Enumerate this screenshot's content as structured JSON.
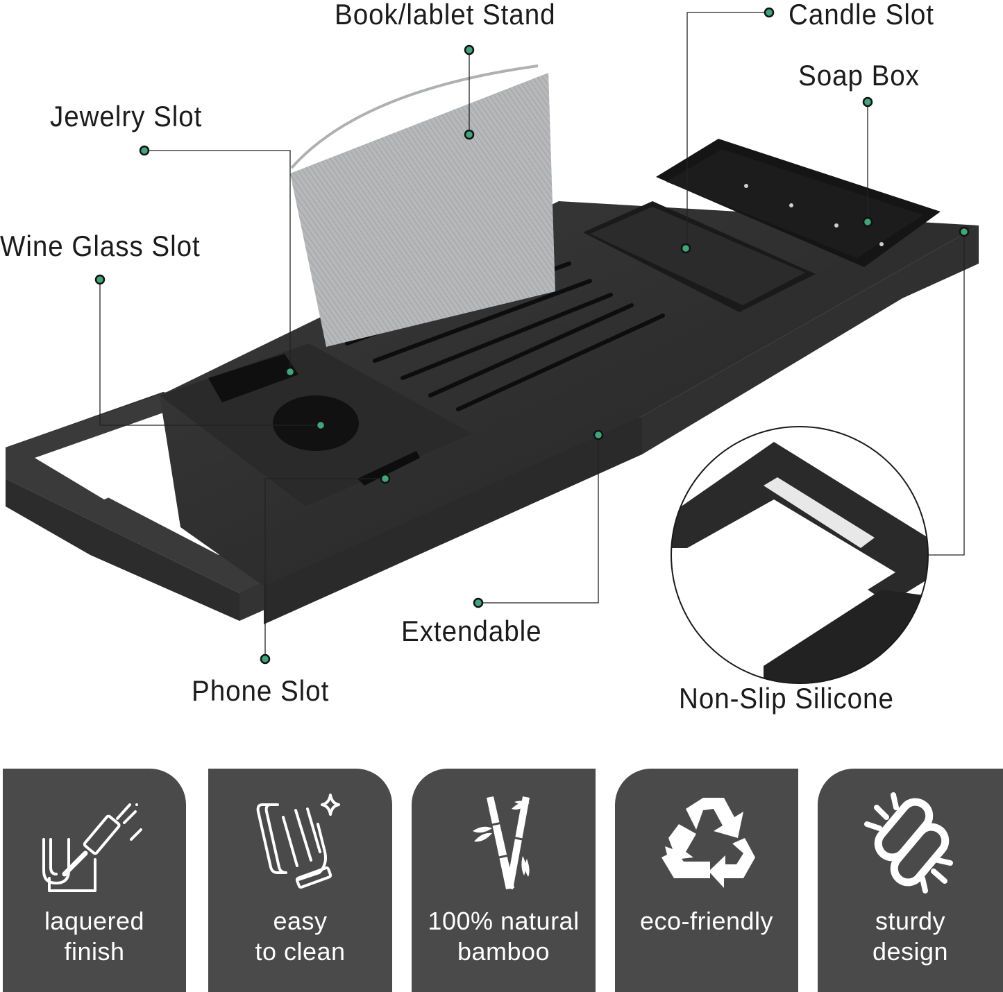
{
  "callouts": {
    "book_stand": "Book/lablet Stand",
    "candle_slot": "Candle Slot",
    "soap_box": "Soap Box",
    "jewelry_slot": "Jewelry Slot",
    "wine_glass_slot": "Wine Glass Slot",
    "extendable": "Extendable",
    "phone_slot": "Phone Slot",
    "non_slip_silicone": "Non-Slip Silicone"
  },
  "colors": {
    "callout_dot": "#3fa57a",
    "card_background": "#4a4a4a",
    "tray": "#2a2a2a",
    "stand_fabric": "#b4b6b8"
  },
  "features": [
    {
      "icon": "paint-roller-icon",
      "line1": "laquered",
      "line2": "finish"
    },
    {
      "icon": "cleaning-glove-icon",
      "line1": "easy",
      "line2": "to clean"
    },
    {
      "icon": "bamboo-icon",
      "line1": "100% natural",
      "line2": "bamboo"
    },
    {
      "icon": "recycle-icon",
      "line1": "eco-friendly",
      "line2": ""
    },
    {
      "icon": "chain-link-icon",
      "line1": "sturdy",
      "line2": "design"
    }
  ]
}
